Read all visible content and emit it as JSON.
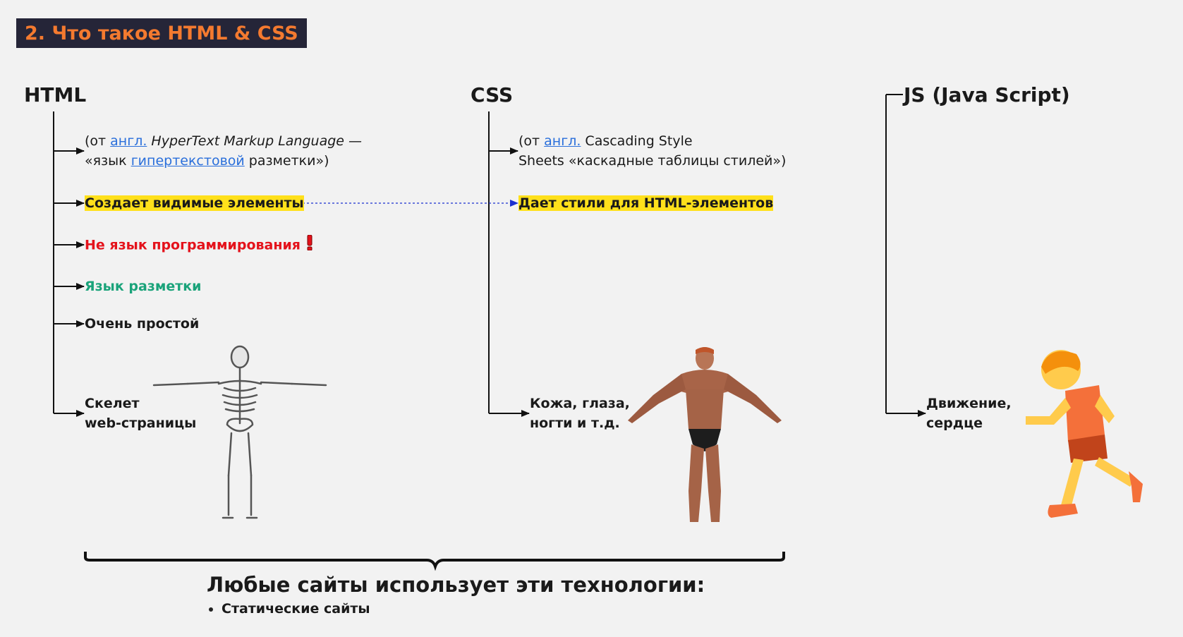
{
  "title": "2. Что такое HTML & CSS",
  "html_col": {
    "heading": "HTML",
    "def_prefix": "(от ",
    "def_link": "англ.",
    "def_term": " HyperText Markup Language —",
    "def_l2_prefix": "«язык ",
    "def_l2_link": "гипертекстовой",
    "def_l2_suffix": " разметки»)",
    "visible": "Создает видимые элементы",
    "not_prog": "Не язык программирования",
    "markup": "Язык разметки",
    "simple": "Очень простой",
    "skeleton_l1": "Скелет",
    "skeleton_l2": "web-страницы"
  },
  "css_col": {
    "heading": "CSS",
    "def_prefix": "(от ",
    "def_link": "англ.",
    "def_term": " Cascading Style",
    "def_l2": "Sheets «каскадные таблицы стилей»)",
    "styles": "Дает стили для HTML-элементов",
    "skin_l1": "Кожа, глаза,",
    "skin_l2": "ногти и т.д."
  },
  "js_col": {
    "heading": "JS (Java Script)",
    "motion_l1": "Движение,",
    "motion_l2": "сердце"
  },
  "summary": {
    "text": "Любые сайты использует эти технологии:",
    "bullet": "Статические сайты"
  },
  "colors": {
    "title_bg": "#252538",
    "title_fg": "#f47a2f",
    "highlight": "#ffe01b",
    "red": "#e4121b",
    "green": "#1aa37a",
    "link": "#2a6fdb"
  }
}
